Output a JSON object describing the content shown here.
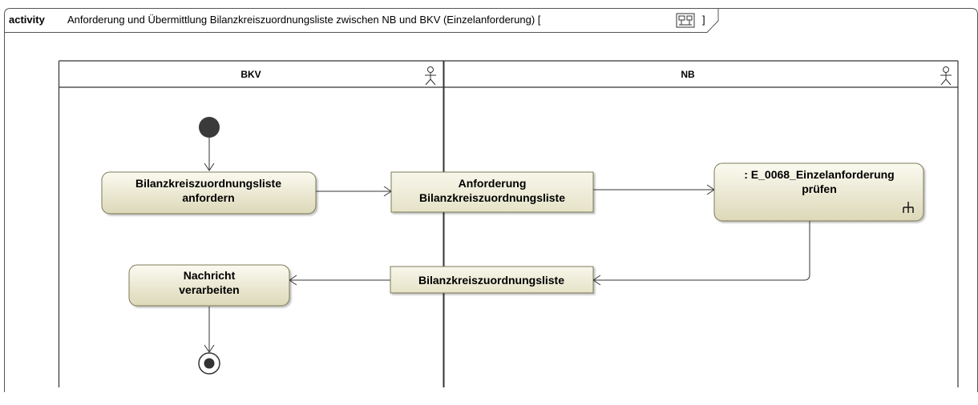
{
  "frame": {
    "keyword": "activity",
    "title": "Anforderung und Übermittlung Bilanzkreiszuordnungsliste zwischen NB und BKV (Einzelanforderung) [",
    "close_bracket": "]",
    "icon": "diagram-icon"
  },
  "lanes": [
    {
      "label": "BKV",
      "icon": "actor-icon"
    },
    {
      "label": "NB",
      "icon": "actor-icon"
    }
  ],
  "actions": {
    "anfordern": {
      "line1": "Bilanzkreiszuordnungsliste",
      "line2": "anfordern"
    },
    "verarbeiten": {
      "line1": "Nachricht",
      "line2": "verarbeiten"
    },
    "pruefen": {
      "line1": ": E_0068_Einzelanforderung",
      "line2": "prüfen",
      "icon": "call-behavior-icon"
    }
  },
  "objects": {
    "anforderung": {
      "line1": "Anforderung",
      "line2": "Bilanzkreiszuordnungsliste"
    },
    "liste": {
      "line1": "Bilanzkreiszuordnungsliste"
    }
  },
  "colors": {
    "action_fill_top": "#fbfaf0",
    "action_fill_bottom": "#dcd8b8",
    "action_stroke": "#7d7a58",
    "object_fill": "#f1efdc",
    "line": "#333333",
    "initial_node": "#3a3a3a"
  }
}
